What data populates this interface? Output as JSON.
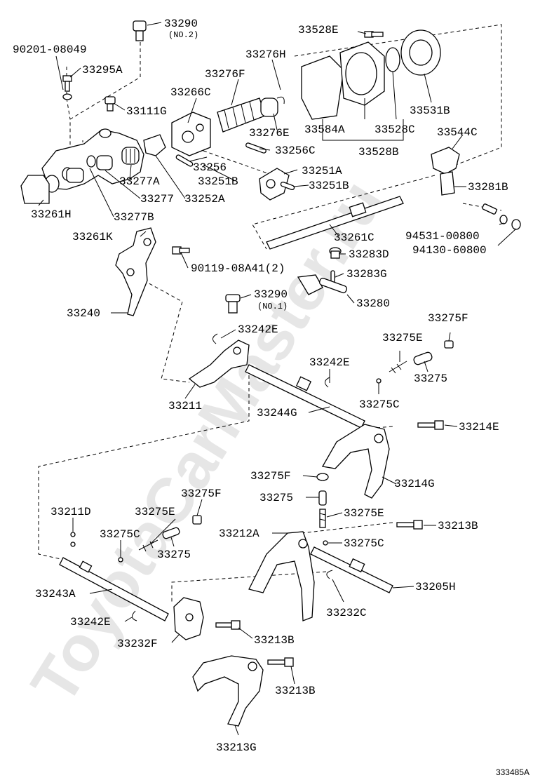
{
  "diagram": {
    "watermark": "ToyotaCarMaster.ru",
    "reference_code": "333485A",
    "callouts": [
      {
        "id": "33290-no2",
        "text": "33290",
        "sub": "(NO.2)"
      },
      {
        "id": "90201-08049",
        "text": "90201-08049"
      },
      {
        "id": "33295a",
        "text": "33295A"
      },
      {
        "id": "33111g",
        "text": "33111G"
      },
      {
        "id": "33266c",
        "text": "33266C"
      },
      {
        "id": "33276f",
        "text": "33276F"
      },
      {
        "id": "33276h",
        "text": "33276H"
      },
      {
        "id": "33276e",
        "text": "33276E"
      },
      {
        "id": "33528e",
        "text": "33528E"
      },
      {
        "id": "33531b",
        "text": "33531B"
      },
      {
        "id": "33584a",
        "text": "33584A"
      },
      {
        "id": "33528c",
        "text": "33528C"
      },
      {
        "id": "33528b",
        "text": "33528B"
      },
      {
        "id": "33544c",
        "text": "33544C"
      },
      {
        "id": "33256c",
        "text": "33256C"
      },
      {
        "id": "33256",
        "text": "33256"
      },
      {
        "id": "33251a",
        "text": "33251A"
      },
      {
        "id": "33251b-1",
        "text": "33251B"
      },
      {
        "id": "33251b-2",
        "text": "33251B"
      },
      {
        "id": "33277a",
        "text": "33277A"
      },
      {
        "id": "33277",
        "text": "33277"
      },
      {
        "id": "33252a",
        "text": "33252A"
      },
      {
        "id": "33261h",
        "text": "33261H"
      },
      {
        "id": "33277b",
        "text": "33277B"
      },
      {
        "id": "33261k",
        "text": "33261K"
      },
      {
        "id": "33281b",
        "text": "33281B"
      },
      {
        "id": "33261c",
        "text": "33261C"
      },
      {
        "id": "94531-00800",
        "text": "94531-00800"
      },
      {
        "id": "94130-60800",
        "text": "94130-60800"
      },
      {
        "id": "33283d",
        "text": "33283D"
      },
      {
        "id": "90119-08a41",
        "text": "90119-08A41(2)"
      },
      {
        "id": "33283g",
        "text": "33283G"
      },
      {
        "id": "33240",
        "text": "33240"
      },
      {
        "id": "33290-no1",
        "text": "33290",
        "sub": "(NO.1)"
      },
      {
        "id": "33280",
        "text": "33280"
      },
      {
        "id": "33242e-1",
        "text": "33242E"
      },
      {
        "id": "33275f-1",
        "text": "33275F"
      },
      {
        "id": "33275e-1",
        "text": "33275E"
      },
      {
        "id": "33242e-2",
        "text": "33242E"
      },
      {
        "id": "33275-1",
        "text": "33275"
      },
      {
        "id": "33211",
        "text": "33211"
      },
      {
        "id": "33244g",
        "text": "33244G"
      },
      {
        "id": "33275c-1",
        "text": "33275C"
      },
      {
        "id": "33214e",
        "text": "33214E"
      },
      {
        "id": "33275f-2",
        "text": "33275F"
      },
      {
        "id": "33214g",
        "text": "33214G"
      },
      {
        "id": "33275-2",
        "text": "33275"
      },
      {
        "id": "33275f-3",
        "text": "33275F"
      },
      {
        "id": "33275e-2",
        "text": "33275E"
      },
      {
        "id": "33211d",
        "text": "33211D"
      },
      {
        "id": "33275e-3",
        "text": "33275E"
      },
      {
        "id": "33212a",
        "text": "33212A"
      },
      {
        "id": "33213b-1",
        "text": "33213B"
      },
      {
        "id": "33275c-2",
        "text": "33275C"
      },
      {
        "id": "33275c-3",
        "text": "33275C"
      },
      {
        "id": "33275-3",
        "text": "33275"
      },
      {
        "id": "33243a",
        "text": "33243A"
      },
      {
        "id": "33205h",
        "text": "33205H"
      },
      {
        "id": "33232c",
        "text": "33232C"
      },
      {
        "id": "33242e-3",
        "text": "33242E"
      },
      {
        "id": "33232f",
        "text": "33232F"
      },
      {
        "id": "33213b-2",
        "text": "33213B"
      },
      {
        "id": "33213b-3",
        "text": "33213B"
      },
      {
        "id": "33213g",
        "text": "33213G"
      }
    ]
  }
}
